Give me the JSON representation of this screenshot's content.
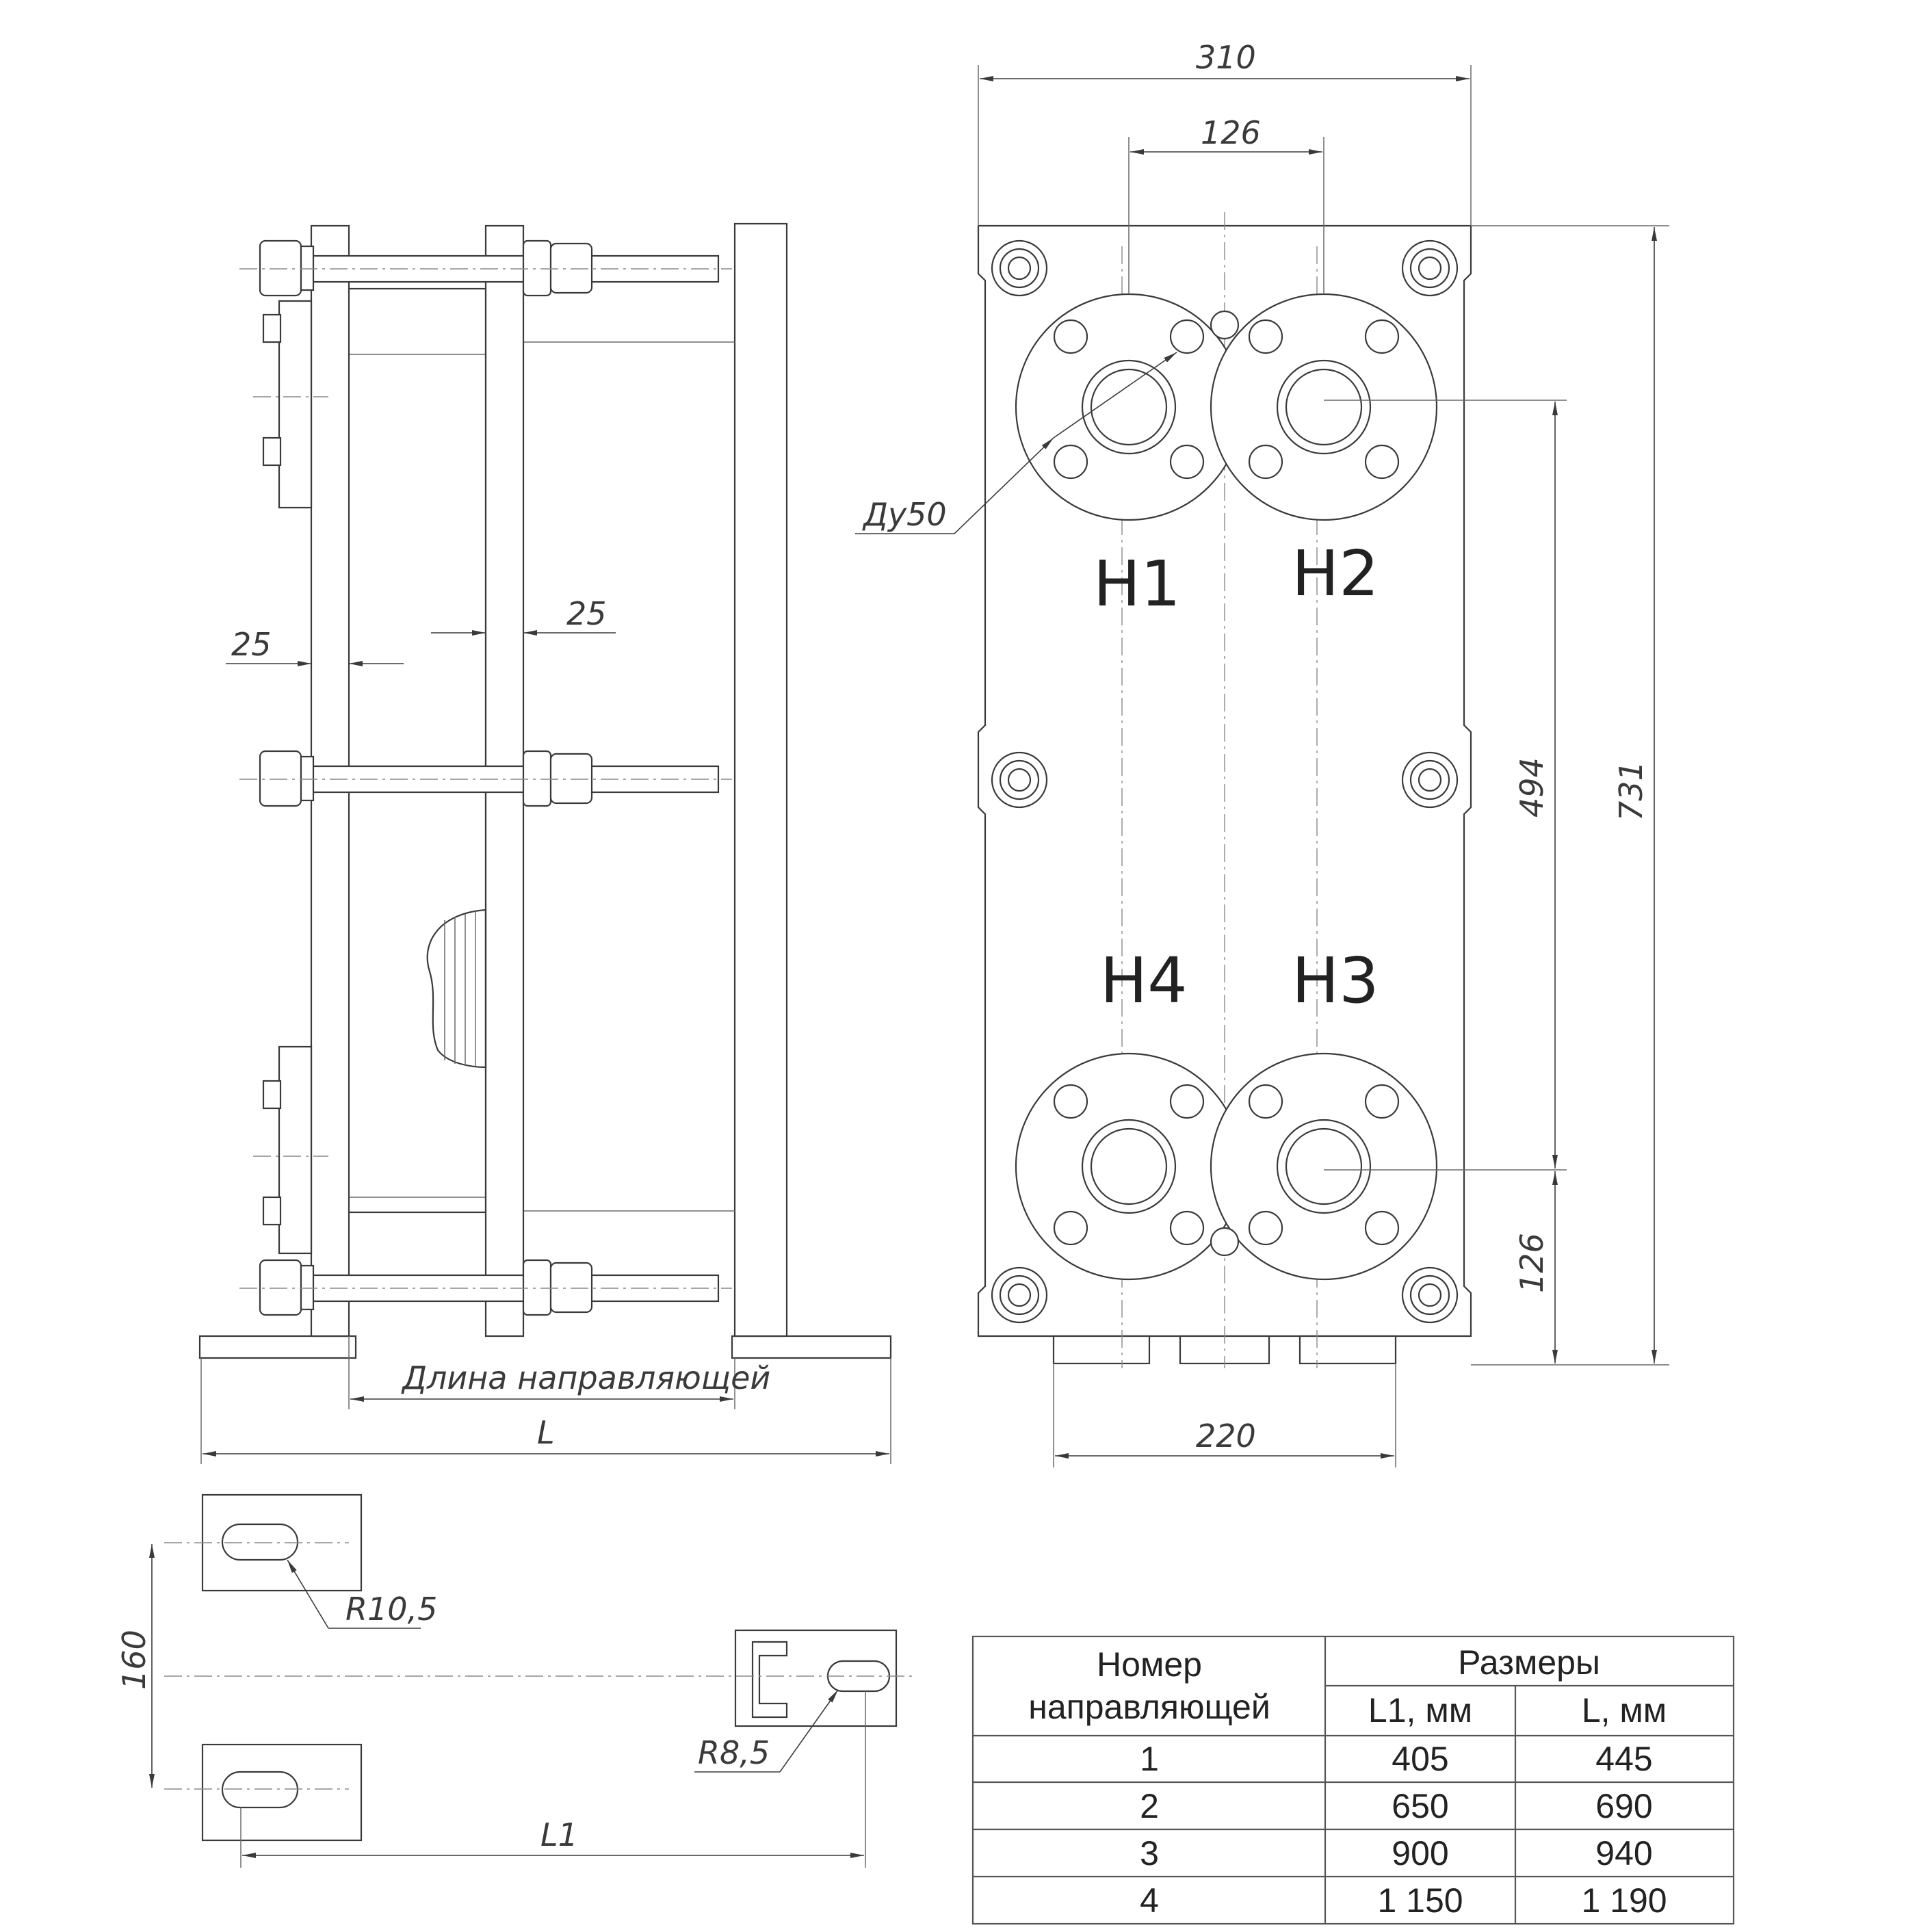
{
  "dimensions": {
    "width_total": "310",
    "port_spacing_top": "126",
    "port_vertical_spacing": "494",
    "height_total": "731",
    "bottom_offset": "126",
    "base_width": "220",
    "nozzle_label": "Ду50",
    "plate_thickness_left": "25",
    "plate_thickness_mid": "25",
    "guide_length_label": "Длина направляющей",
    "overall_length_label": "L",
    "foot_spacing": "160",
    "slot_radius_left": "R10,5",
    "slot_radius_right": "R8,5",
    "guide_length_l1": "L1"
  },
  "ports": {
    "h1": "H1",
    "h2": "H2",
    "h3": "H3",
    "h4": "H4"
  },
  "table": {
    "header_number_line1": "Номер",
    "header_number_line2": "направляющей",
    "header_sizes": "Размеры",
    "col_l1": "L1, мм",
    "col_l": "L, мм",
    "rows": [
      {
        "n": "1",
        "l1": "405",
        "l": "445"
      },
      {
        "n": "2",
        "l1": "650",
        "l": "690"
      },
      {
        "n": "3",
        "l1": "900",
        "l": "940"
      },
      {
        "n": "4",
        "l1": "1 150",
        "l": "1 190"
      }
    ]
  }
}
